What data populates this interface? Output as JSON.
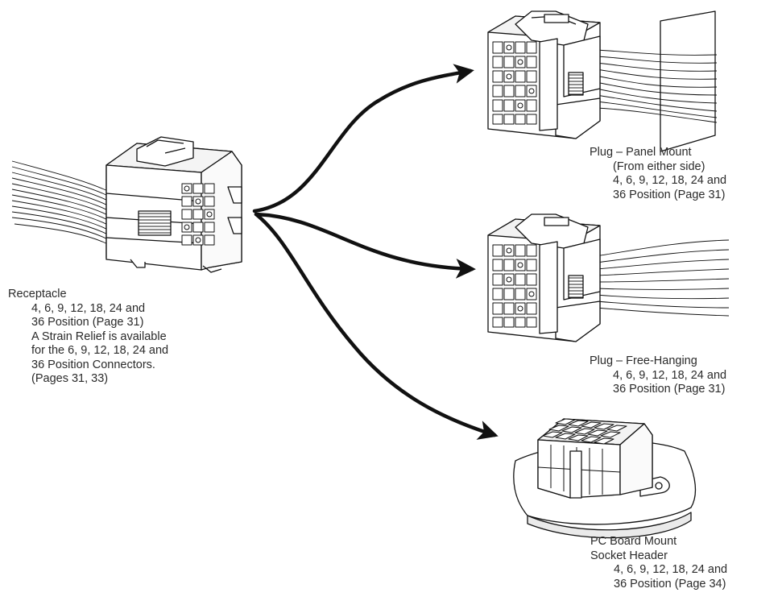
{
  "receptacle": {
    "title": "Receptacle",
    "lines": [
      "4, 6, 9, 12, 18, 24 and",
      "36 Position (Page 31)",
      "A Strain Relief is available",
      "for the 6, 9, 12, 18, 24 and",
      "36 Position Connectors.",
      "(Pages 31, 33)"
    ]
  },
  "plug_panel": {
    "title": "Plug – Panel Mount",
    "lines": [
      "(From either side)",
      "4, 6, 9, 12, 18, 24 and",
      "36 Position (Page 31)"
    ]
  },
  "plug_free": {
    "title": "Plug – Free-Hanging",
    "lines": [
      "4, 6, 9, 12, 18, 24 and",
      "36 Position (Page 31)"
    ]
  },
  "pcb": {
    "title_lines": [
      "PC Board Mount",
      "Socket Header"
    ],
    "lines": [
      "4, 6, 9, 12, 18, 24 and",
      "36 Position (Page 34)"
    ]
  },
  "colors": {
    "ink": "#111111",
    "body_fill": "#ffffff",
    "shade": "#d9d9d9",
    "text": "#2a2a2a"
  }
}
